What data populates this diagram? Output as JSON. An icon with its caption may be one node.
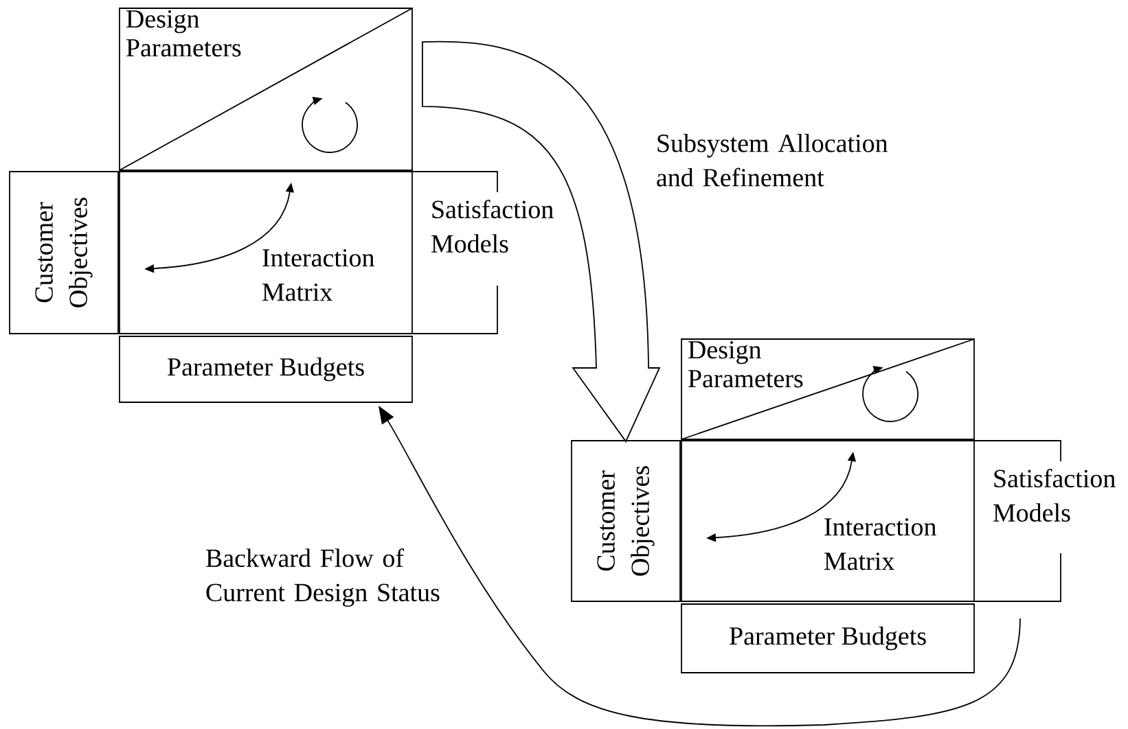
{
  "diagram": {
    "nodes": [
      {
        "text": [
          "Design Parameters"
        ]
      },
      {
        "text": [
          "Customer Objectives"
        ]
      },
      {
        "text": [
          "Interaction Matrix"
        ]
      },
      {
        "text": [
          "Satisfaction Models"
        ]
      },
      {
        "text": [
          "Parameter Budgets"
        ]
      },
      {
        "text": [
          "Design Parameters"
        ]
      },
      {
        "text": [
          "Customer Objectives"
        ]
      },
      {
        "text": [
          "Interaction Matrix"
        ]
      },
      {
        "text": [
          "Satisfaction Models"
        ]
      },
      {
        "text": [
          "Parameter Budgets"
        ]
      }
    ],
    "edges": [
      {
        "from": 0,
        "to": 6,
        "arrow": "to",
        "label": "Subsystem Allocation and Refinement",
        "style": "thick"
      },
      {
        "from": 8,
        "to": 4,
        "arrow": "to",
        "label": "Backward Flow of Current Design Status"
      }
    ]
  }
}
